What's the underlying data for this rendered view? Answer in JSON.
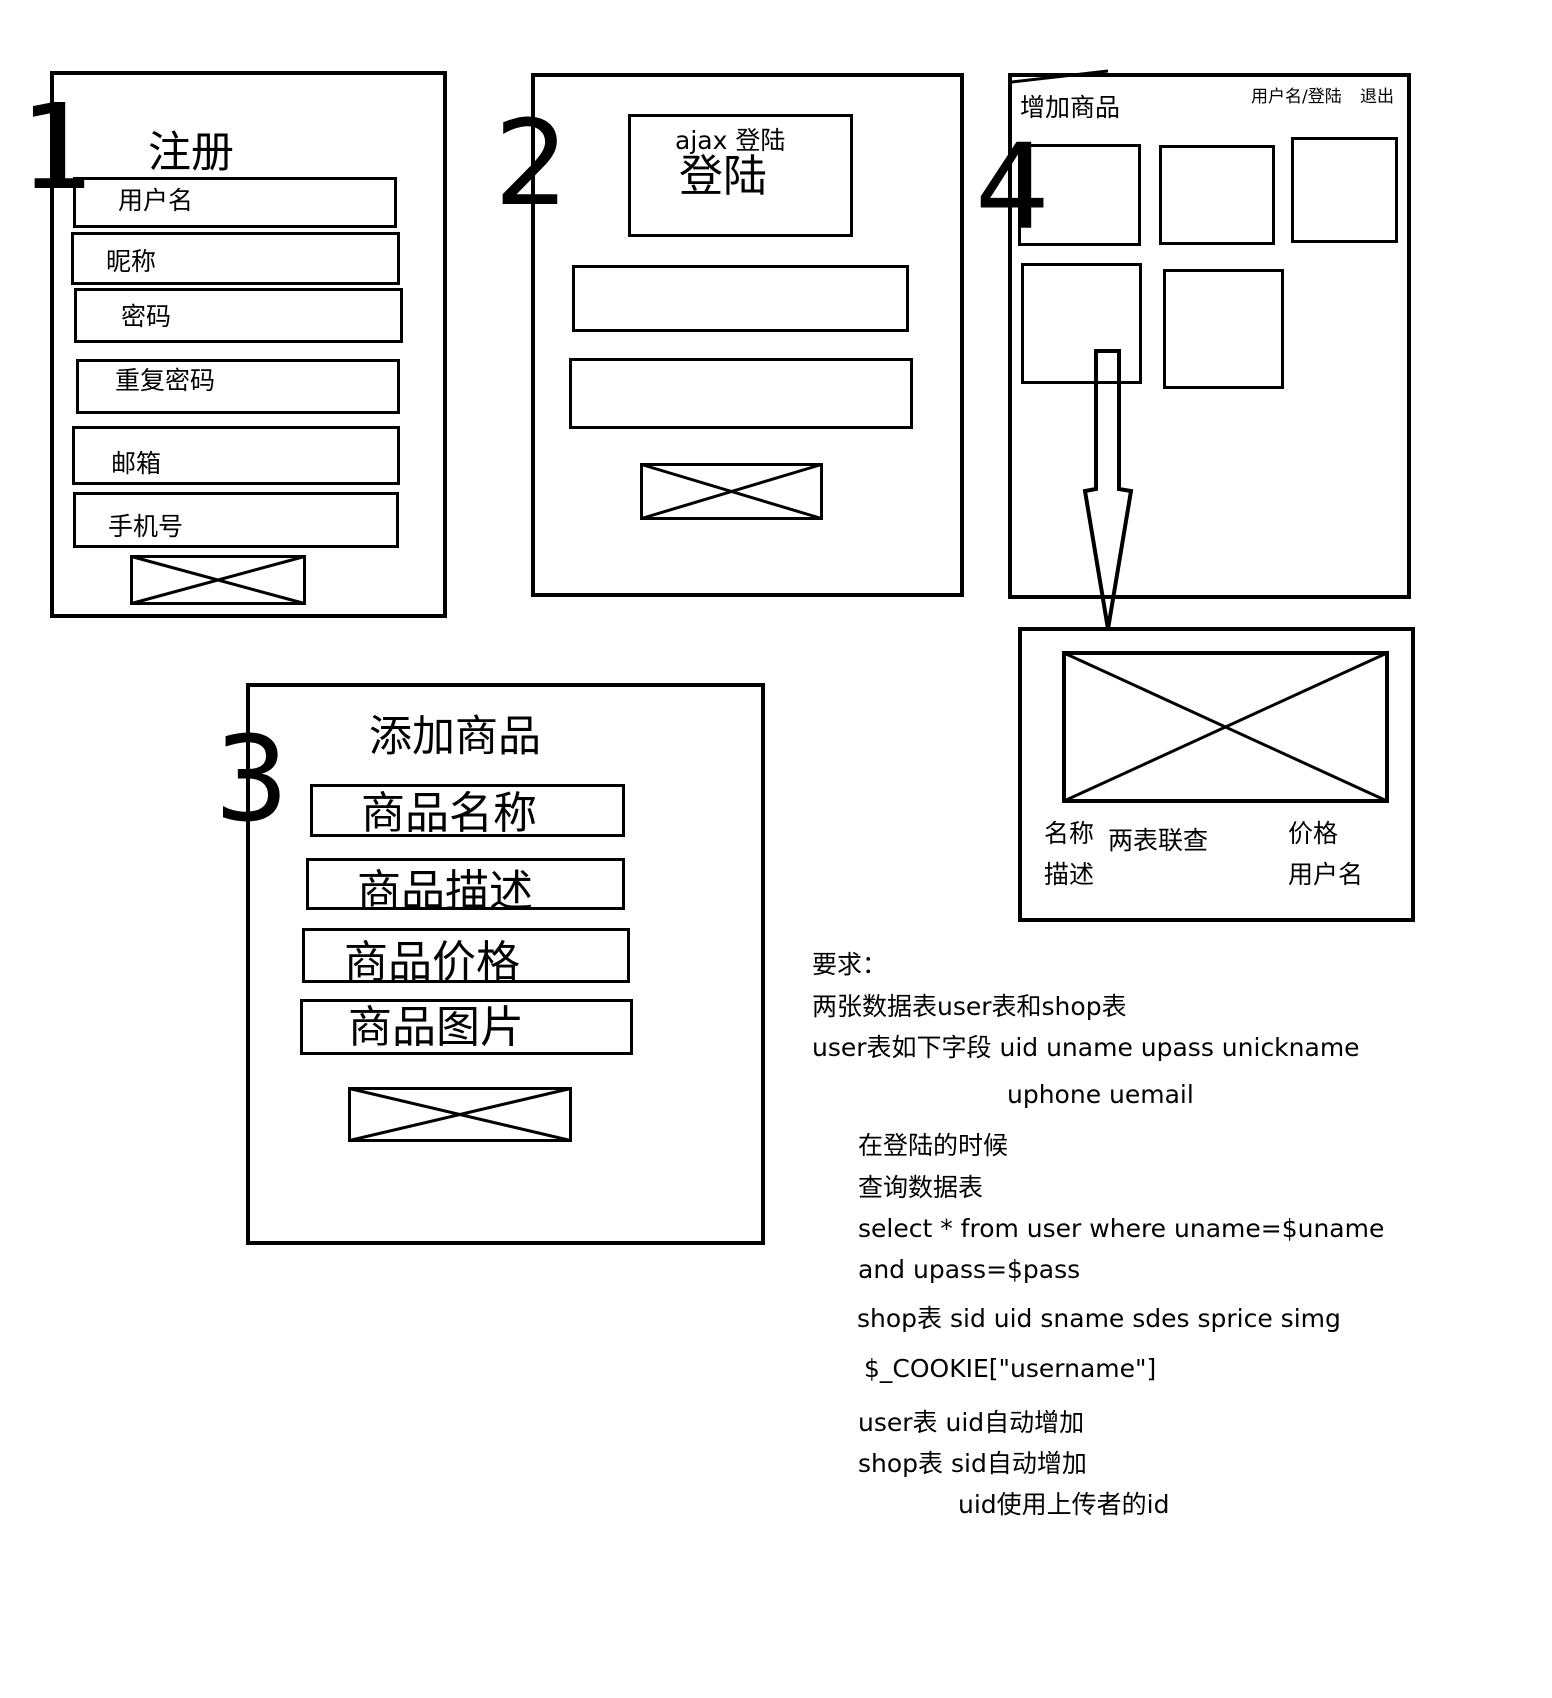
{
  "screen1": {
    "number": "1",
    "title": "注册",
    "fields": [
      "用户名",
      "昵称",
      "密码",
      "重复密码",
      "邮箱",
      "手机号"
    ]
  },
  "screen2": {
    "number": "2",
    "header_small": "ajax 登陆",
    "header_large": "登陆"
  },
  "screen3": {
    "number": "3",
    "title": "添加商品",
    "fields": [
      "商品名称",
      "商品描述",
      "商品价格",
      "商品图片"
    ]
  },
  "screen4": {
    "number": "4",
    "add_link": "增加商品",
    "user_link": "用户名/登陆",
    "logout_link": "退出"
  },
  "detail": {
    "name": "名称",
    "desc": "描述",
    "join_note": "两表联查",
    "price": "价格",
    "username": "用户名"
  },
  "notes": [
    "要求：",
    "两张数据表user表和shop表",
    "user表如下字段  uid  uname  upass  unickname",
    "uphone uemail",
    "在登陆的时候",
    "查询数据表",
    "select * from user where uname=$uname",
    "and upass=$pass",
    "shop表  sid  uid  sname  sdes  sprice  simg",
    "$_COOKIE[\"username\"]",
    "user表   uid自动增加",
    "shop表  sid自动增加",
    "uid使用上传者的id"
  ]
}
